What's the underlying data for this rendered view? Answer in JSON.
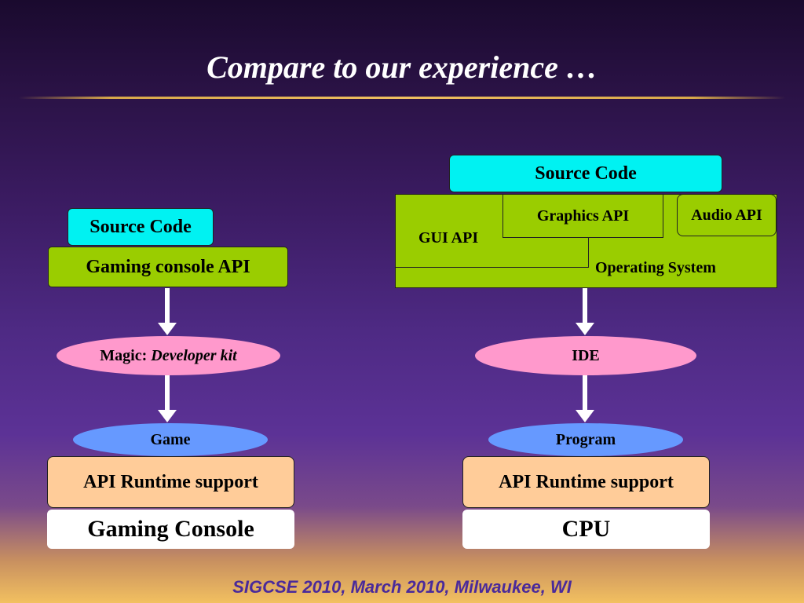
{
  "title": "Compare to our experience …",
  "footer": "SIGCSE 2010, March 2010, Milwaukee, WI",
  "left": {
    "source_code": "Source Code",
    "api": "Gaming console API",
    "magic_prefix": "Magic:",
    "magic_italic": "Developer kit",
    "output": "Game",
    "runtime": "API Runtime support",
    "hardware": "Gaming Console"
  },
  "right": {
    "source_code": "Source Code",
    "gui_api": "GUI API",
    "graphics_api": "Graphics API",
    "audio_api": "Audio API",
    "operating_system": "Operating System",
    "tool": "IDE",
    "output": "Program",
    "runtime": "API Runtime support",
    "hardware": "CPU"
  },
  "colors": {
    "cyan": "#00f2f2",
    "green": "#9acd00",
    "pink": "#ff99cc",
    "blue": "#6699ff",
    "peach": "#ffcc99",
    "white": "#ffffff",
    "footer_text": "#4a2a9a"
  }
}
